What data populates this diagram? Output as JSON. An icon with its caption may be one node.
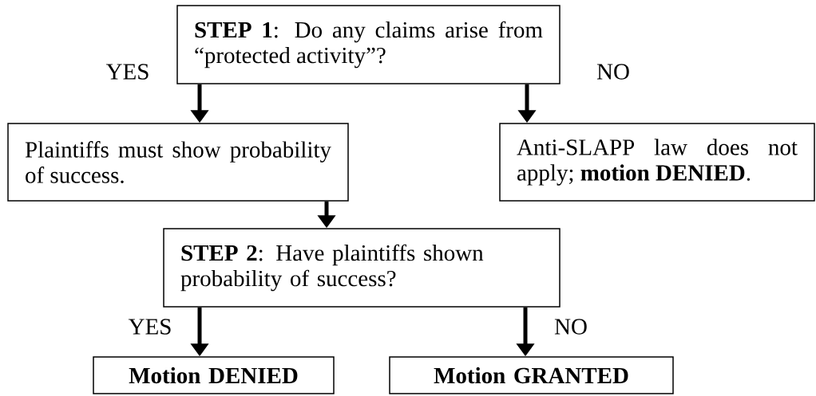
{
  "diagram": {
    "nodes": [
      {
        "text": [
          "**STEP 1**: Do any claims arise from “protected activity”?"
        ]
      },
      {
        "text": [
          "Plaintiffs must show probability of success."
        ]
      },
      {
        "text": [
          "Anti-SLAPP law does not apply; **motion DENIED**."
        ]
      },
      {
        "text": [
          "**STEP 2**: Have plaintiffs shown probability of success?"
        ]
      },
      {
        "text": [
          "Motion DENIED"
        ]
      },
      {
        "text": [
          "Motion GRANTED"
        ]
      }
    ],
    "edges": [
      {
        "from": 0,
        "to": 1,
        "arrow": "to",
        "label": "YES"
      },
      {
        "from": 0,
        "to": 2,
        "arrow": "to",
        "label": "NO"
      },
      {
        "from": 1,
        "to": 3,
        "arrow": "to"
      },
      {
        "from": 3,
        "to": 4,
        "arrow": "to",
        "label": "YES"
      },
      {
        "from": 3,
        "to": 5,
        "arrow": "to",
        "label": "NO"
      }
    ]
  }
}
